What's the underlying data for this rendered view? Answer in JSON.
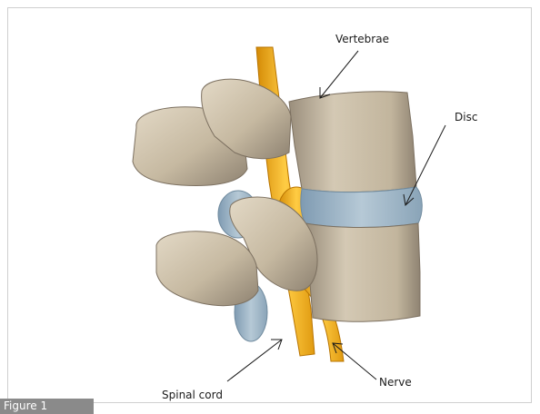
{
  "labels": {
    "vertebrae": "Vertebrae",
    "disc": "Disc",
    "spinal_cord": "Spinal cord",
    "nerve": "Nerve"
  },
  "figure_caption": "Figure 1",
  "colors": {
    "bone": "#cbbfa8",
    "bone_shadow": "#8e8271",
    "disc": "#9db5c8",
    "nerve": "#f0a81a",
    "caption_bg": "#8a8a8a"
  }
}
